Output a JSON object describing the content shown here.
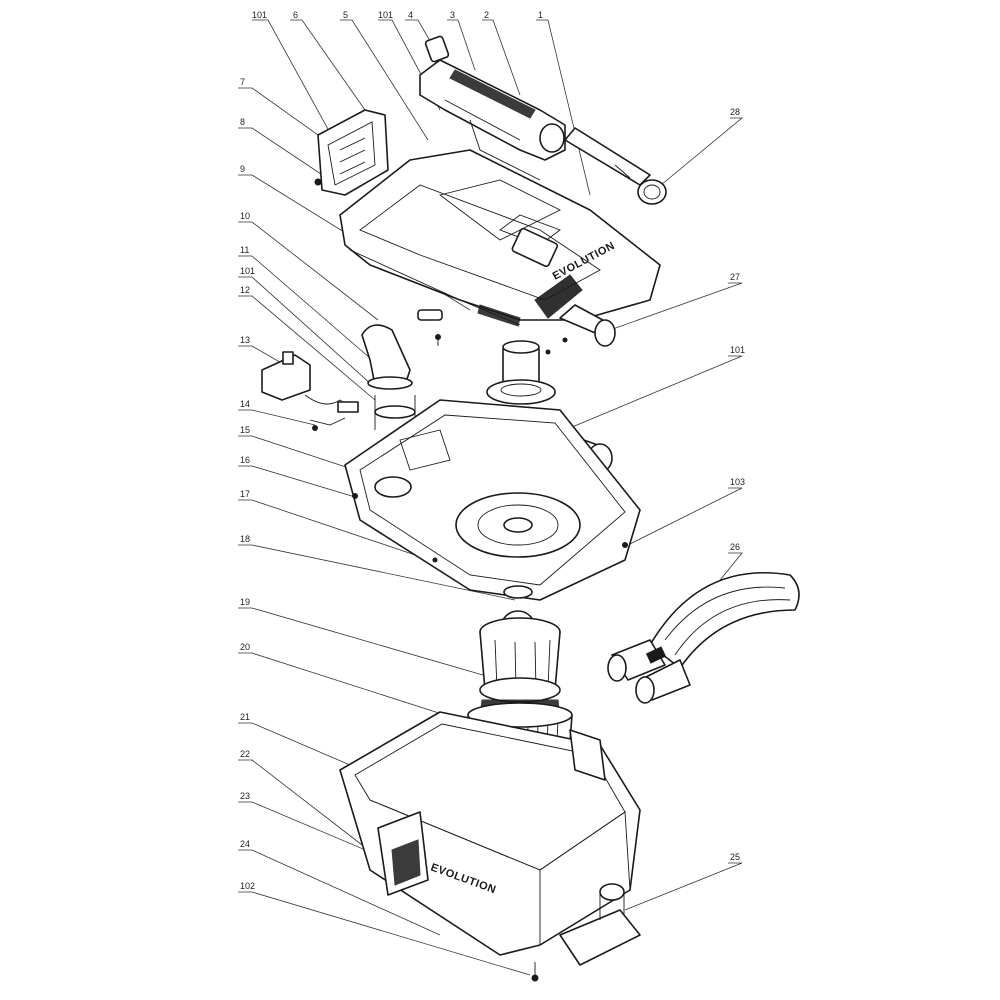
{
  "callouts": [
    {
      "id": "c101a",
      "label": "101"
    },
    {
      "id": "c6",
      "label": "6"
    },
    {
      "id": "c5",
      "label": "5"
    },
    {
      "id": "c101b",
      "label": "101"
    },
    {
      "id": "c4",
      "label": "4"
    },
    {
      "id": "c3",
      "label": "3"
    },
    {
      "id": "c2",
      "label": "2"
    },
    {
      "id": "c1",
      "label": "1"
    },
    {
      "id": "c28",
      "label": "28"
    },
    {
      "id": "c7",
      "label": "7"
    },
    {
      "id": "c8",
      "label": "8"
    },
    {
      "id": "c9",
      "label": "9"
    },
    {
      "id": "c27",
      "label": "27"
    },
    {
      "id": "c10",
      "label": "10"
    },
    {
      "id": "c11",
      "label": "11"
    },
    {
      "id": "c101c",
      "label": "101"
    },
    {
      "id": "c12",
      "label": "12"
    },
    {
      "id": "c101d",
      "label": "101"
    },
    {
      "id": "c13",
      "label": "13"
    },
    {
      "id": "c14",
      "label": "14"
    },
    {
      "id": "c15",
      "label": "15"
    },
    {
      "id": "c16",
      "label": "16"
    },
    {
      "id": "c103",
      "label": "103"
    },
    {
      "id": "c17",
      "label": "17"
    },
    {
      "id": "c18",
      "label": "18"
    },
    {
      "id": "c26",
      "label": "26"
    },
    {
      "id": "c19",
      "label": "19"
    },
    {
      "id": "c20",
      "label": "20"
    },
    {
      "id": "c21",
      "label": "21"
    },
    {
      "id": "c22",
      "label": "22"
    },
    {
      "id": "c23",
      "label": "23"
    },
    {
      "id": "c24",
      "label": "24"
    },
    {
      "id": "c25",
      "label": "25"
    },
    {
      "id": "c102",
      "label": "102"
    }
  ],
  "brand_text": "EVOLUTION"
}
